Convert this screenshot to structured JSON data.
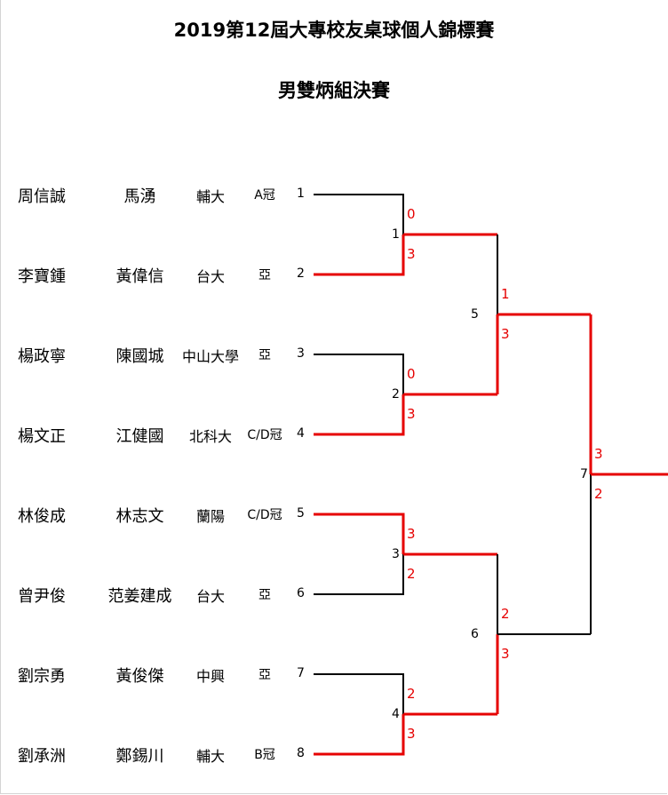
{
  "title": "2019第12屆大專校友桌球個人錦標賽",
  "subtitle": "男雙炳組決賽",
  "entries": [
    {
      "player1": "周信誠",
      "player2": "馬湧",
      "school": "輔大",
      "prize": "A冠",
      "seed": "1"
    },
    {
      "player1": "李寶鍾",
      "player2": "黃偉信",
      "school": "台大",
      "prize": "亞",
      "seed": "2"
    },
    {
      "player1": "楊政寧",
      "player2": "陳國城",
      "school": "中山大學",
      "prize": "亞",
      "seed": "3"
    },
    {
      "player1": "楊文正",
      "player2": "江健國",
      "school": "北科大",
      "prize": "C/D冠",
      "seed": "4"
    },
    {
      "player1": "林俊成",
      "player2": "林志文",
      "school": "蘭陽",
      "prize": "C/D冠",
      "seed": "5"
    },
    {
      "player1": "曾尹俊",
      "player2": "范姜建成",
      "school": "台大",
      "prize": "亞",
      "seed": "6"
    },
    {
      "player1": "劉宗勇",
      "player2": "黃俊傑",
      "school": "中興",
      "prize": "亞",
      "seed": "7"
    },
    {
      "player1": "劉承洲",
      "player2": "鄭錫川",
      "school": "輔大",
      "prize": "B冠",
      "seed": "8"
    }
  ],
  "matches": [
    {
      "number": "1",
      "score_top": "0",
      "score_bottom": "3",
      "winner": "bottom"
    },
    {
      "number": "2",
      "score_top": "0",
      "score_bottom": "3",
      "winner": "bottom"
    },
    {
      "number": "3",
      "score_top": "3",
      "score_bottom": "2",
      "winner": "top"
    },
    {
      "number": "4",
      "score_top": "2",
      "score_bottom": "3",
      "winner": "bottom"
    },
    {
      "number": "5",
      "score_top": "1",
      "score_bottom": "3",
      "winner": "bottom"
    },
    {
      "number": "6",
      "score_top": "2",
      "score_bottom": "3",
      "winner": "bottom"
    },
    {
      "number": "7",
      "score_top": "3",
      "score_bottom": "2",
      "winner": "top"
    }
  ],
  "colors": {
    "winner_line": "#e60000",
    "loser_line": "#000000",
    "score_text": "#e60000"
  }
}
